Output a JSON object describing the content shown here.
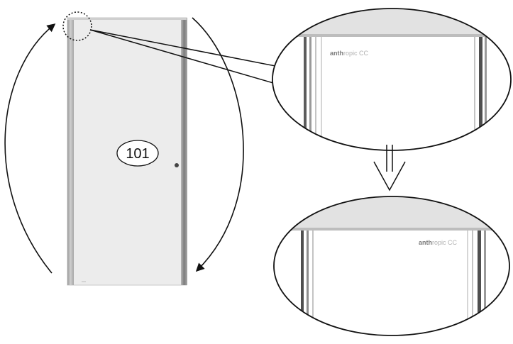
{
  "figure": {
    "callout_number": "101",
    "logo_text_bold": "anth",
    "logo_text_light": "ropic CC",
    "colors": {
      "line": "#111111",
      "door_fill": "#ececec",
      "door_edge": "#9a9a9a",
      "door_edge_dark": "#5c5c5c",
      "background": "#ffffff"
    }
  }
}
